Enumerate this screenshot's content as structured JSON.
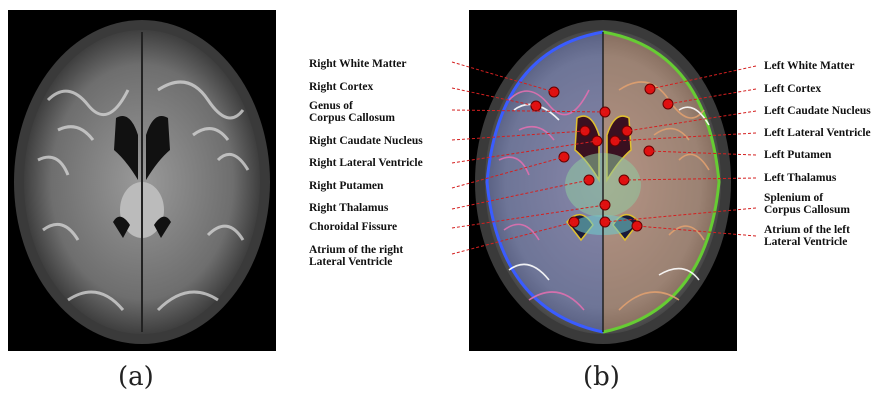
{
  "captions": {
    "a": "(a)",
    "b": "(b)"
  },
  "labels": {
    "right": [
      "Right White Matter",
      "Right Cortex",
      "Genus of\nCorpus Callosum",
      "Right Caudate Nucleus",
      "Right Lateral Ventricle",
      "Right Putamen",
      "Right Thalamus",
      "Choroidal Fissure",
      "Atrium of the right\nLateral Ventricle"
    ],
    "left": [
      "Left White Matter",
      "Left Cortex",
      "Left Caudate Nucleus",
      "Left Lateral Ventricle",
      "Left Putamen",
      "Left Thalamus",
      "Splenium of\nCorpus Callosum",
      "Atrium of the left\nLateral Ventricle"
    ]
  },
  "colors": {
    "leader": "#d42020",
    "marker": "#e01010",
    "right_outline": "#3a5cff",
    "left_outline": "#66cc33",
    "cortex": "#e070b0",
    "wm_left": "#e0a070"
  }
}
